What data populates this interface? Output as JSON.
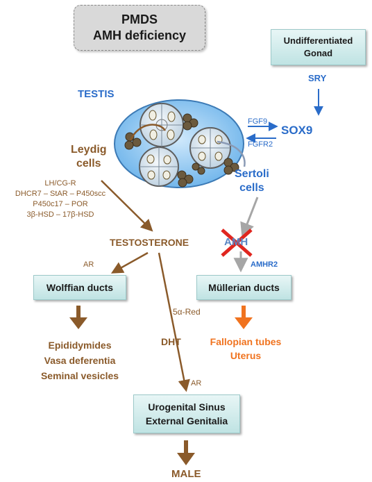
{
  "title_box": {
    "line1": "PMDS",
    "line2": "AMH deficiency"
  },
  "gonad_box": {
    "line1": "Undifferentiated",
    "line2": "Gonad"
  },
  "sry": "SRY",
  "sox9": "SOX9",
  "fgf9": "FGF9",
  "fgfr2": "FGFR2",
  "testis": "TESTIS",
  "leydig": {
    "line1": "Leydig",
    "line2": "cells"
  },
  "sertoli": {
    "line1": "Sertoli",
    "line2": "cells"
  },
  "enzymes": [
    "LH/CG-R",
    "DHCR7 – StAR – P450scc",
    "P450c17 – POR",
    "3β-HSD – 17β-HSD"
  ],
  "testosterone": "TESTOSTERONE",
  "amh": "AMH",
  "ar_left": "AR",
  "amhr2": "AMHR2",
  "wolffian": "Wolffian ducts",
  "mullerian": "Müllerian ducts",
  "red5a": "5α-Red",
  "dht": "DHT",
  "ar_bottom": "AR",
  "wolffian_products": [
    "Epididymides",
    "Vasa deferentia",
    "Seminal vesicles"
  ],
  "mullerian_products": [
    "Fallopian tubes",
    "Uterus"
  ],
  "urogenital": {
    "line1": "Urogenital Sinus",
    "line2": "External Genitalia"
  },
  "male": "MALE",
  "colors": {
    "brown": "#8a5a2a",
    "blue": "#2a6cc9",
    "orange": "#f0731f",
    "red": "#e0261f",
    "teal": "#bfe3e3",
    "gray_arrow": "#a6a6a6"
  }
}
